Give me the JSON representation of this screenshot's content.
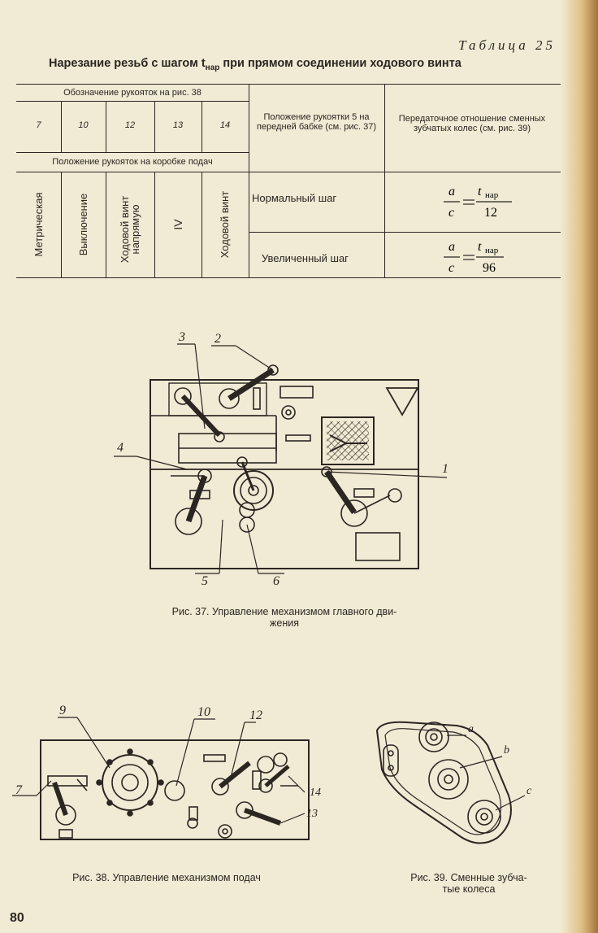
{
  "table": {
    "label": "Таблица 25",
    "title_prefix": "Нарезание резьб с шагом t",
    "title_sub": "нар",
    "title_suffix": " при прямом соединении ходового винта",
    "header_handles": "Обозначение рукояток на рис. 38",
    "handle_numbers": [
      "7",
      "10",
      "12",
      "13",
      "14"
    ],
    "header_feedbox": "Положение рукояток на коробке подач",
    "header_position": "Положение рукоятки 5 на передней бабке (см. рис. 37)",
    "header_ratio": "Передаточное отношение сменных зубчатых колес (см. рис. 39)",
    "positions": [
      "Метрическая",
      "Выключение",
      "Ходовой винт напрямую",
      "IV",
      "Ходовой винт"
    ],
    "rows": [
      {
        "label": "Нормальный шаг",
        "num": "a",
        "den": "c",
        "rhs_num": "t",
        "rhs_sub": "нар",
        "rhs_den": "12"
      },
      {
        "label": "Увеличенный шаг",
        "num": "a",
        "den": "c",
        "rhs_num": "t",
        "rhs_sub": "нар",
        "rhs_den": "96"
      }
    ]
  },
  "fig37": {
    "caption_line1": "Рис. 37. Управление механизмом главного дви-",
    "caption_line2": "жения",
    "callouts": [
      "3",
      "2",
      "4",
      "1",
      "5",
      "6"
    ]
  },
  "fig38": {
    "caption": "Рис. 38. Управление механизмом подач",
    "callouts": [
      "9",
      "10",
      "12",
      "7",
      "14",
      "13"
    ]
  },
  "fig39": {
    "caption_line1": "Рис. 39. Сменные зубча-",
    "caption_line2": "тые колеса",
    "callouts": [
      "a",
      "b",
      "c"
    ]
  },
  "page_number": "80"
}
